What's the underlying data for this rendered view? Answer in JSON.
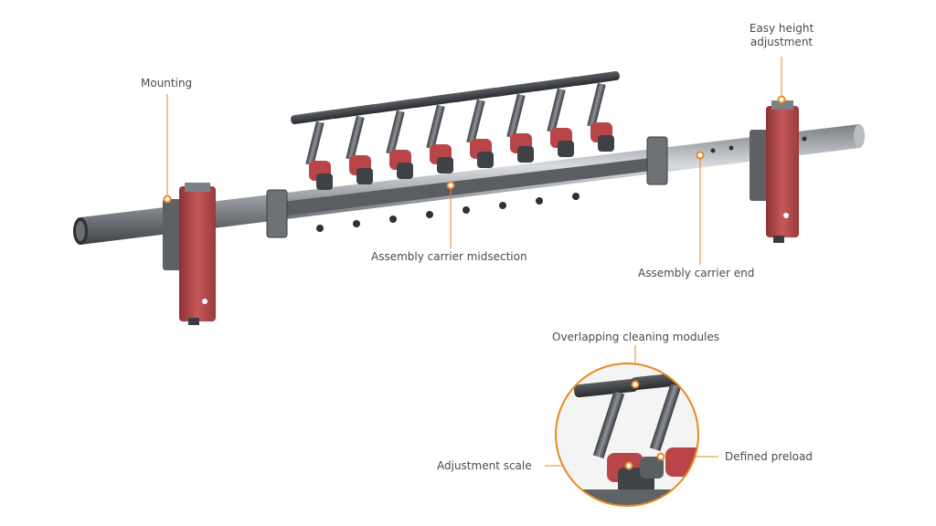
{
  "labels": {
    "mounting": "Mounting",
    "easy_height_line1": "Easy height",
    "easy_height_line2": "adjustment",
    "midsection": "Assembly carrier midsection",
    "carrier_end": "Assembly carrier end",
    "overlapping": "Overlapping cleaning modules",
    "adjustment_scale": "Adjustment scale",
    "defined_preload": "Defined preload"
  },
  "colors": {
    "callout": "#e8891f",
    "label_text": "#4a4a4a",
    "bracket_red": "#b5484a",
    "steel_dark": "#3c3f44",
    "steel_light": "#c9ccd0"
  },
  "icons": [
    "callout-dot-icon"
  ]
}
